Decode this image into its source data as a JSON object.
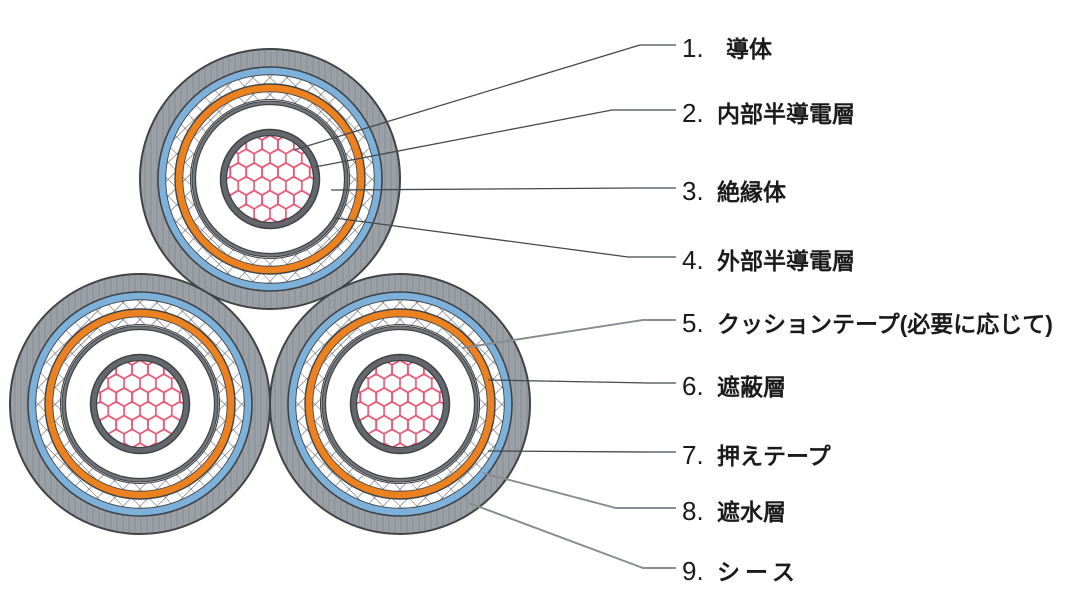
{
  "diagram": {
    "kind": "three-core-power-cable-cross-section",
    "core_count": 3
  },
  "legend": {
    "items": [
      {
        "num": "1.",
        "name": "導体"
      },
      {
        "num": "2.",
        "name": "内部半導電層"
      },
      {
        "num": "3.",
        "name": "絶縁体"
      },
      {
        "num": "4.",
        "name": "外部半導電層"
      },
      {
        "num": "5.",
        "name": "クッションテープ(必要に応じて)"
      },
      {
        "num": "6.",
        "name": "遮蔽層"
      },
      {
        "num": "7.",
        "name": "押えテープ"
      },
      {
        "num": "8.",
        "name": "遮水層"
      },
      {
        "num": "9.",
        "name": "シース"
      }
    ]
  },
  "colors": {
    "sheath": "#9aa0a6",
    "water_barrier": "#7db1da",
    "shield": "#ec8120",
    "semicon": "#73777c",
    "inner_semicon": "#64686d",
    "conductor_hex": "#e8506e",
    "outline": "#3f4347",
    "hatch": "#55595e",
    "leader": "#45494d",
    "leader_gray": "#888c90"
  }
}
